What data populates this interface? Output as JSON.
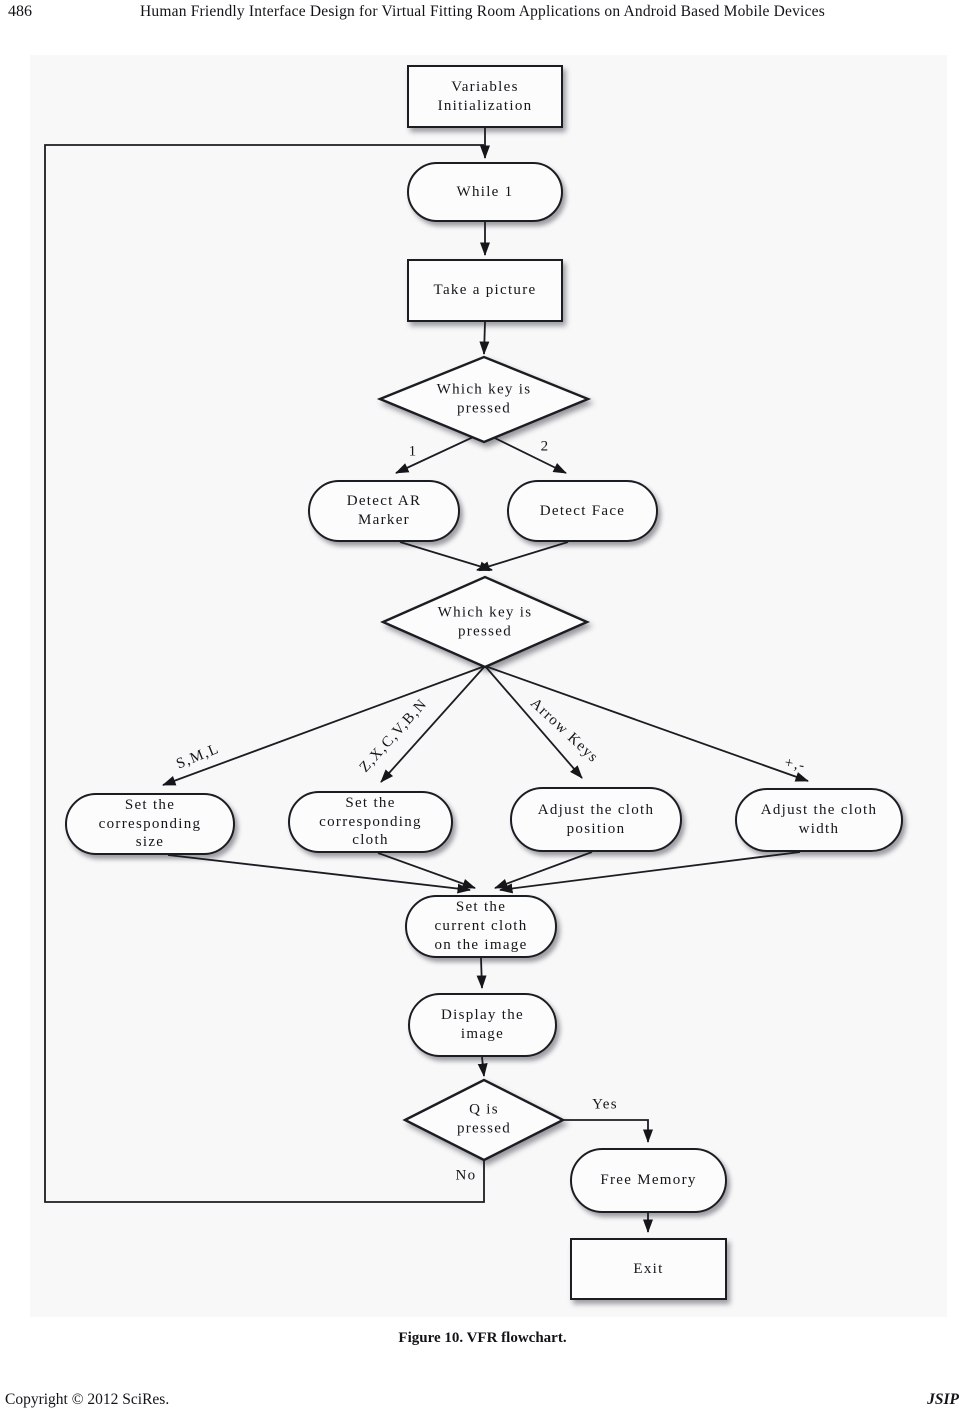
{
  "header": {
    "page_number": "486",
    "title": "Human Friendly Interface Design for Virtual Fitting Room Applications on Android Based Mobile Devices"
  },
  "figure": {
    "caption": "Figure 10. VFR flowchart.",
    "nodes": {
      "variables_init": "Variables\nInitialization",
      "while1": "While 1",
      "take_picture": "Take a picture",
      "which_key_1": "Which key is\npressed",
      "detect_ar": "Detect AR\nMarker",
      "detect_face": "Detect Face",
      "which_key_2": "Which key is\npressed",
      "set_size": "Set the\ncorresponding\nsize",
      "set_cloth": "Set the\ncorresponding\ncloth",
      "adjust_position": "Adjust the cloth\nposition",
      "adjust_width": "Adjust the cloth\nwidth",
      "set_current": "Set the\ncurrent cloth\non the image",
      "display_image": "Display the\nimage",
      "q_pressed": "Q is\npressed",
      "free_memory": "Free Memory",
      "exit": "Exit"
    },
    "edge_labels": {
      "key1": "1",
      "key2": "2",
      "sml": "S,M,L",
      "zxcvbn": "Z,X,C,V,B,N",
      "arrow_keys": "Arrow Keys",
      "plus_minus": "+,-",
      "yes": "Yes",
      "no": "No"
    }
  },
  "footer": {
    "left": "Copyright © 2012 SciRes.",
    "right": "JSIP"
  }
}
